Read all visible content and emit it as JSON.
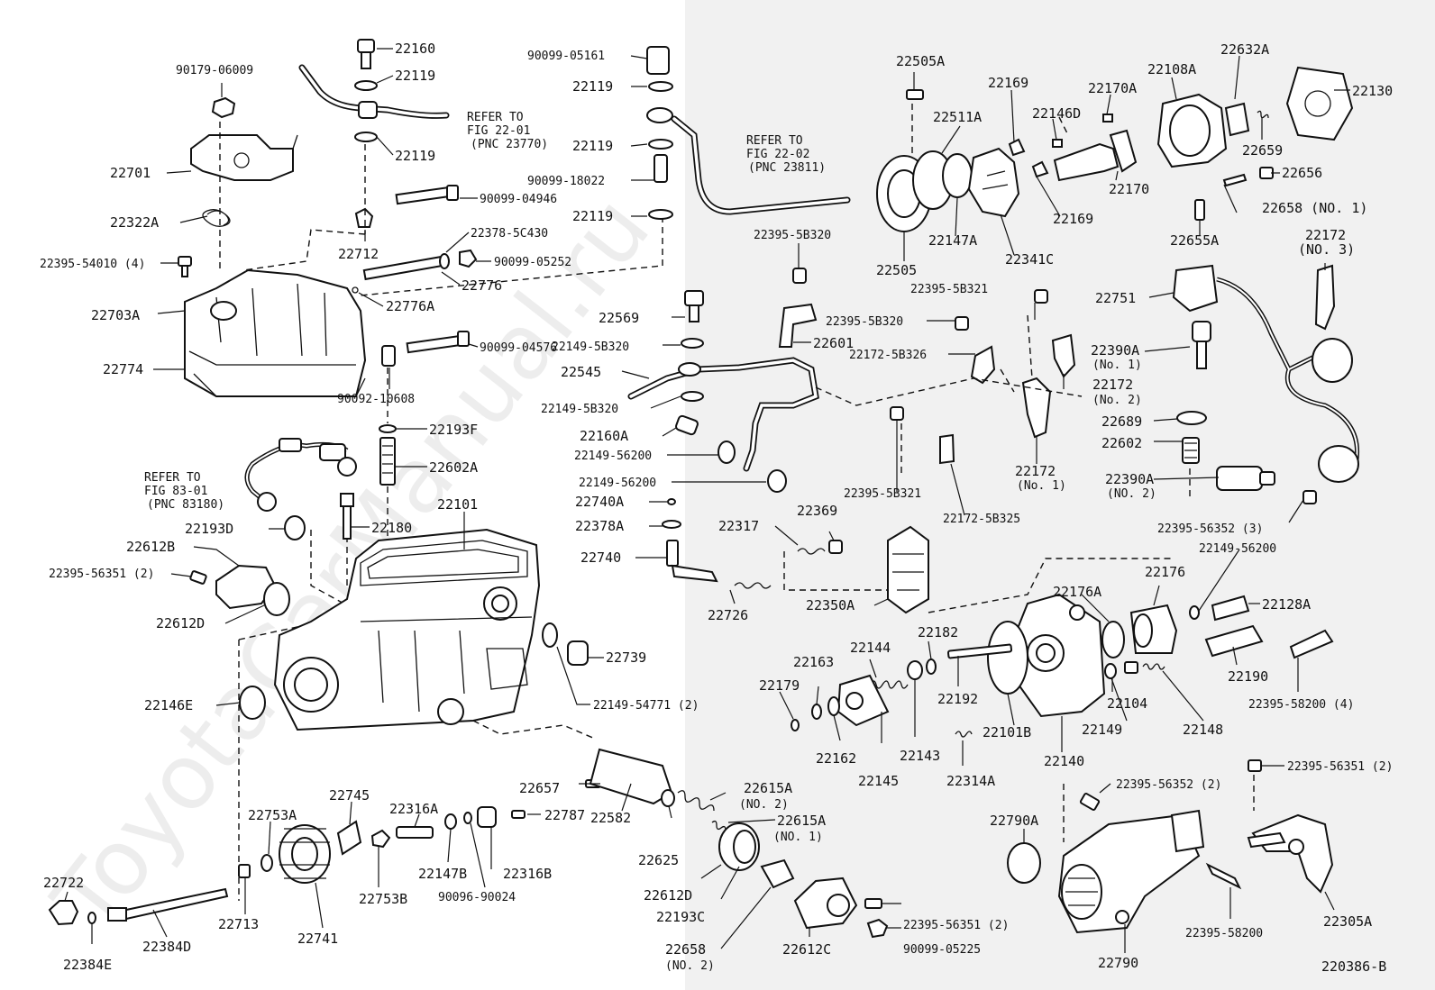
{
  "diagram": {
    "figure_number": "220386-B",
    "watermark": "ToyotaCarManual.ru",
    "references": [
      {
        "line1": "REFER TO",
        "line2": "FIG 22-01",
        "line3": "(PNC 23770)"
      },
      {
        "line1": "REFER TO",
        "line2": "FIG 22-02",
        "line3": "(PNC 23811)"
      },
      {
        "line1": "REFER TO",
        "line2": "FIG 83-01",
        "line3": "(PNC 83180)"
      }
    ],
    "labels": {
      "p22160": "22160",
      "p22119a": "22119",
      "p22119b": "22119",
      "p90179": "90179-06009",
      "p22701": "22701",
      "p22322A": "22322A",
      "p22395_54010": "22395-54010 (4)",
      "p22703A": "22703A",
      "p22774": "22774",
      "p22712": "22712",
      "p90099_04946": "90099-04946",
      "p22378_5C430": "22378-5C430",
      "p90099_05252": "90099-05252",
      "p22776": "22776",
      "p22776A": "22776A",
      "p90099_04576": "90099-04576",
      "p90092_10608": "90092-10608",
      "p22193F": "22193F",
      "p22602A": "22602A",
      "p22101": "22101",
      "p22180": "22180",
      "p22193D": "22193D",
      "p22612B": "22612B",
      "p22395_56351_l": "22395-56351 (2)",
      "p22612D": "22612D",
      "p22146E": "22146E",
      "p22739": "22739",
      "p22149_54771": "22149-54771 (2)",
      "p90099_05161": "90099-05161",
      "p22119c": "22119",
      "p22119d": "22119",
      "p90099_18022": "90099-18022",
      "p22119e": "22119",
      "p22395_5B320a": "22395-5B320",
      "p22601": "22601",
      "p22569": "22569",
      "p22149_5B320a": "22149-5B320",
      "p22545": "22545",
      "p22149_5B320b": "22149-5B320",
      "p22160A": "22160A",
      "p22149_56200a": "22149-56200",
      "p22149_56200b": "22149-56200",
      "p22740A": "22740A",
      "p22378A": "22378A",
      "p22740": "22740",
      "p22317": "22317",
      "p22369": "22369",
      "p22726": "22726",
      "p22350A": "22350A",
      "p22505A": "22505A",
      "p22169a": "22169",
      "p22511A": "22511A",
      "p22146D": "22146D",
      "p22170A": "22170A",
      "p22108A": "22108A",
      "p22632A": "22632A",
      "p22130": "22130",
      "p22659": "22659",
      "p22656": "22656",
      "p22170": "22170",
      "p22169b": "22169",
      "p22505": "22505",
      "p22147A": "22147A",
      "p22341C": "22341C",
      "p22658_1": "22658 (NO. 1)",
      "p22655A": "22655A",
      "p22172_3": "22172",
      "p22172_3n": "(NO. 3)",
      "p22751": "22751",
      "p22395_5B321a": "22395-5B321",
      "p22395_5B320b": "22395-5B320",
      "p22172_5B326": "22172-5B326",
      "p22390A_1": "22390A",
      "p22390A_1n": "(No. 1)",
      "p22172_2": "22172",
      "p22172_2n": "(No. 2)",
      "p22689": "22689",
      "p22602": "22602",
      "p22172_1": "22172",
      "p22172_1n": "(No. 1)",
      "p22395_5B321b": "22395-5B321",
      "p22172_5B325": "22172-5B325",
      "p22390A_2": "22390A",
      "p22390A_2n": "(NO. 2)",
      "p22395_56352_3": "22395-56352 (3)",
      "p22149_56200c": "22149-56200",
      "p22176A": "22176A",
      "p22176": "22176",
      "p22128A": "22128A",
      "p22182": "22182",
      "p22144": "22144",
      "p22163": "22163",
      "p22179": "22179",
      "p22192": "22192",
      "p22190": "22190",
      "p22395_58200_4": "22395-58200 (4)",
      "p22104": "22104",
      "p22149": "22149",
      "p22148": "22148",
      "p22101B": "22101B",
      "p22162": "22162",
      "p22143": "22143",
      "p22145": "22145",
      "p22314A": "22314A",
      "p22140": "22140",
      "p22395_56351_r": "22395-56351 (2)",
      "p22395_56352_2": "22395-56352 (2)",
      "p22790A": "22790A",
      "p22305A": "22305A",
      "p22395_58200": "22395-58200",
      "p22790": "22790",
      "p22657": "22657",
      "p22582": "22582",
      "p22615A_2": "22615A",
      "p22615A_2n": "(NO. 2)",
      "p22615A_1": "22615A",
      "p22615A_1n": "(NO. 1)",
      "p22625": "22625",
      "p22612D_b": "22612D",
      "p22193C": "22193C",
      "p22658_2": "22658",
      "p22658_2n": "(NO. 2)",
      "p22612C": "22612C",
      "p22395_56351_b": "22395-56351 (2)",
      "p90099_05225": "90099-05225",
      "p22745": "22745",
      "p22753A": "22753A",
      "p22316A": "22316A",
      "p22787": "22787",
      "p22147B": "22147B",
      "p22316B": "22316B",
      "p90096_90024": "90096-90024",
      "p22753B": "22753B",
      "p22722": "22722",
      "p22713": "22713",
      "p22741": "22741",
      "p22384D": "22384D",
      "p22384E": "22384E"
    }
  }
}
